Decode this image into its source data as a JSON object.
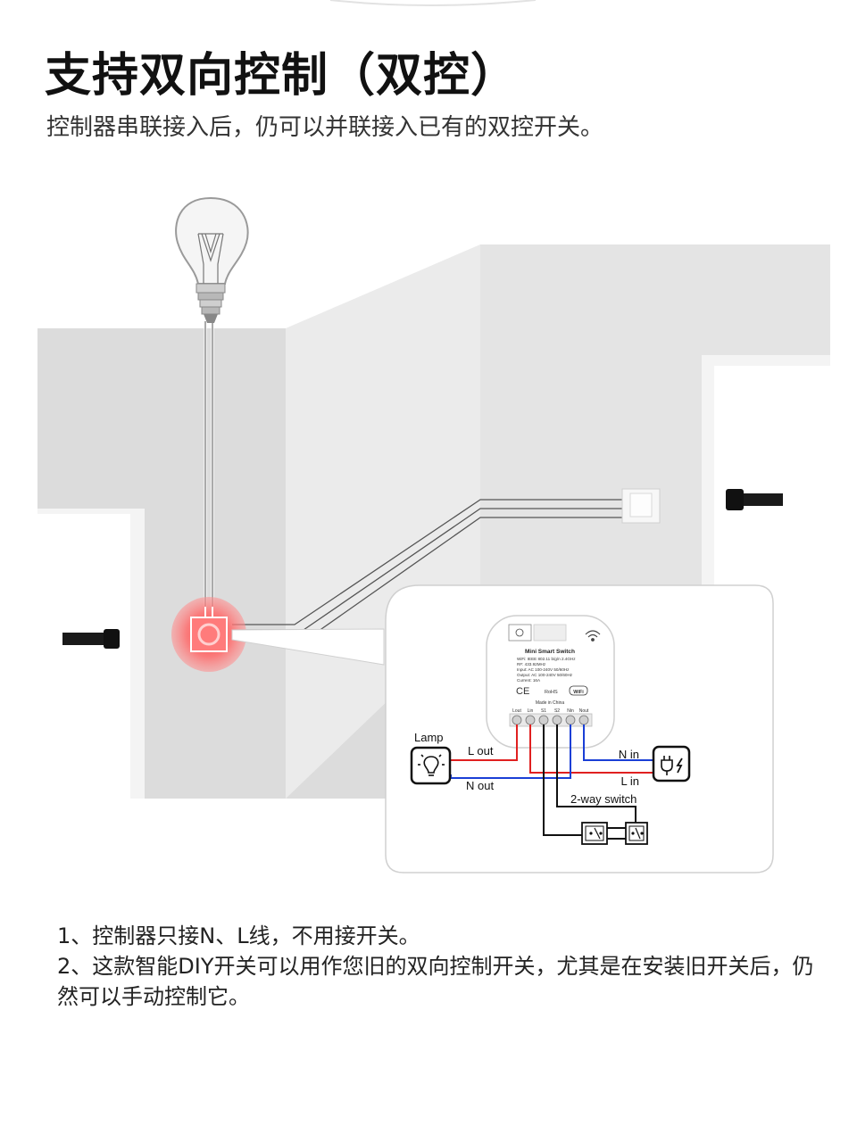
{
  "header": {
    "title": "支持双向控制（双控）",
    "subtitle": "控制器串联接入后，仍可以并联接入已有的双控开关。"
  },
  "device": {
    "name": "Mini Smart Switch",
    "spec_line_1": "WiFi: IEEE 802.11 b/g/n  2.4GHz",
    "spec_line_2": "RF: 433.92MHz",
    "spec_line_3": "Input:  AC 100-240V  50/60Hz",
    "spec_line_4": "Output: AC 100-240V  50/60Hz",
    "spec_line_5": "Current: 16A",
    "ce_mark": "CE",
    "rohs_mark": "RoHS",
    "wifi_badge": "WiFi",
    "origin": "Made in China",
    "terminals": [
      "Lout",
      "Lin",
      "S1",
      "S2",
      "Nin",
      "Nout"
    ]
  },
  "wiring": {
    "lamp_label": "Lamp",
    "l_out": "L out",
    "n_out": "N out",
    "n_in": "N in",
    "l_in": "L in",
    "two_way_switch": "2-way switch",
    "colors": {
      "live": "#e02020",
      "neutral": "#1a3fd6",
      "switch": "#111111",
      "highlight": "#ff5a5a"
    }
  },
  "notes": {
    "line_1": "1、控制器只接N、L线，不用接开关。",
    "line_2": "2、这款智能DIY开关可以用作您旧的双向控制开关，尤其是在安装旧开关后，仍然可以手动控制它。"
  }
}
